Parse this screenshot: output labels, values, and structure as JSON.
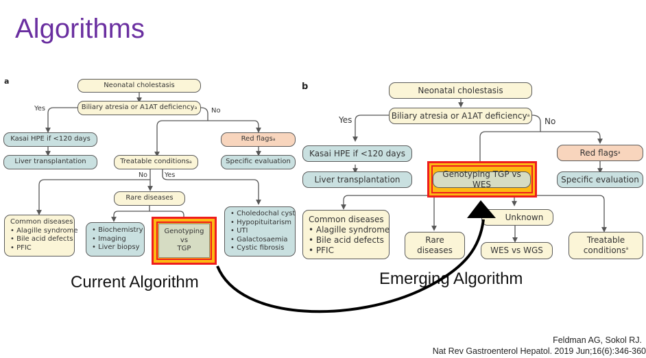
{
  "slide": {
    "title": "Algorithms",
    "colors": {
      "title": "#6a2fa0",
      "highlight_outer": "#ee1c1c",
      "highlight_fill": "#fdb913"
    }
  },
  "panel_a": {
    "letter": "a",
    "caption": "Current Algorithm",
    "root": "Neonatal cholestasis",
    "q1": "Biliary atresia or A1AT deficiency",
    "q1_sup": "a",
    "yes": "Yes",
    "no": "No",
    "kasai": "Kasai HPE if <120 days",
    "liver_tx": "Liver transplantation",
    "red_flags": "Red flags",
    "red_flags_sup": "a",
    "specific_eval": "Specific evaluation",
    "treatable": "Treatable conditions",
    "treatable_sup": "a",
    "no2": "No",
    "yes2": "Yes",
    "rare": "Rare diseases",
    "common_title": "Common diseases",
    "common_items": [
      "• Alagille syndrome",
      "• Bile acid defects",
      "• PFIC"
    ],
    "workup_items": [
      "• Biochemistry",
      "• Imaging",
      "• Liver biopsy"
    ],
    "genotyping": [
      "Genotyping",
      "vs",
      "TGP"
    ],
    "treatable_items": [
      "• Choledochal cyst",
      "• Hypopituitarism",
      "• UTI",
      "• Galactosaemia",
      "• Cystic fibrosis"
    ]
  },
  "panel_b": {
    "letter": "b",
    "caption": "Emerging Algorithm",
    "root": "Neonatal cholestasis",
    "q1": "Biliary atresia or A1AT deficiency",
    "q1_sup": "a",
    "yes": "Yes",
    "no": "No",
    "kasai": "Kasai HPE if <120 days",
    "liver_tx": "Liver transplantation",
    "red_flags": "Red flags",
    "red_flags_sup": "a",
    "specific_eval": "Specific evaluation",
    "genotyping": "Genotyping TGP vs WES",
    "common_title": "Common diseases",
    "common_items": [
      "• Alagille syndrome",
      "• Bile acid defects",
      "• PFIC"
    ],
    "rare": [
      "Rare",
      "diseases"
    ],
    "unknown": "Unknown",
    "wes_wgs": "WES vs WGS",
    "treatable": [
      "Treatable",
      "conditions"
    ],
    "treatable_sup": "a"
  },
  "citation": {
    "line1": "Feldman AG, Sokol RJ.",
    "line2": "Nat Rev Gastroenterol Hepatol. 2019 Jun;16(6):346-360"
  }
}
